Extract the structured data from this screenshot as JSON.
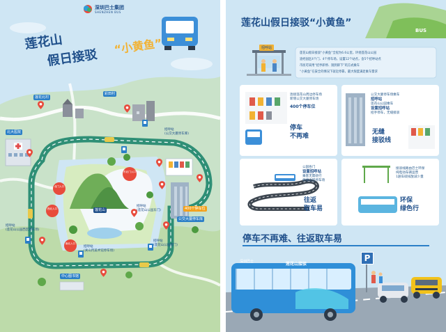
{
  "brand": {
    "name_cn": "深圳巴士集团",
    "name_en": "SHENZHEN BUS"
  },
  "left": {
    "title_line1": "莲花山",
    "title_line2": "假日接驳",
    "title_highlight": "“小黄鱼”",
    "place_north_village": "莲花北村",
    "place_caitian_village": "彩田村",
    "place_beida_hospital": "北大医院",
    "place_central_library": "中心图书馆",
    "gate_north": "北门入口",
    "gate_east_north": "东北门入口",
    "gate_west": "西北入口",
    "gate_west_south": "西北入口",
    "gate_south": "南北入口",
    "mountain_label": "莲花山",
    "parking_400": "400个停车位",
    "station_garage": "公交大厦停车库",
    "stop_1": "招呼站\n(公交大厦停车库)",
    "stop_2": "招呼站\n(莲花山公园东门)",
    "stop_3": "招呼站\n(莲花山公园西区停车场)",
    "stop_4": "招呼站\n(关山月美术馆停车场)",
    "stop_5": "招呼站\n(莲花山公园南门)"
  },
  "right": {
    "title": "莲花山假日接驳“小黄鱼”",
    "bus_tag": "BUS",
    "stop_sign": "招呼站",
    "intro_lines": [
      "莲花山假日接驳“小黄鱼”全程为6.6公里，环绕莲花山公园",
      "途经园区4个门、4个停车场，设置12个站点，含5个招呼站点",
      "市民可采用“招手即停、随到即下”的方式乘车",
      "“小黄鱼”在安全的情况下就近停靠，最大限度满足乘车需求"
    ],
    "card1": {
      "lines": [
        "连接莲花山周边停车场",
        "新增公交大厦停车场",
        "400个停车位"
      ],
      "title_a": "停车",
      "title_b": "不再难"
    },
    "card2": {
      "lines": [
        "公交大厦停车场乘车",
        "招呼站",
        "莲花山公园乘车",
        "设置招呼站",
        "招手停车，无缝接驳"
      ],
      "title_a": "无缝",
      "title_b": "接驳线"
    },
    "card3": {
      "lines": [
        "公园各门",
        "设置招呼站",
        "乘客无需绕行",
        "便捷返回停车场"
      ],
      "title_a": "往返",
      "title_b": "取车易"
    },
    "card4": {
      "lines": [
        "接驳线路由巴士环保",
        "纯电动车辆运营",
        "1趟车碳排放减少量"
      ],
      "title_a": "环保",
      "title_b": "绿色行"
    },
    "banner": "停车不再难、往返取车易",
    "bus_side_cn": "深圳巴士",
    "bus_side_en": "莲花山接驳",
    "parking_sign": "P"
  }
}
